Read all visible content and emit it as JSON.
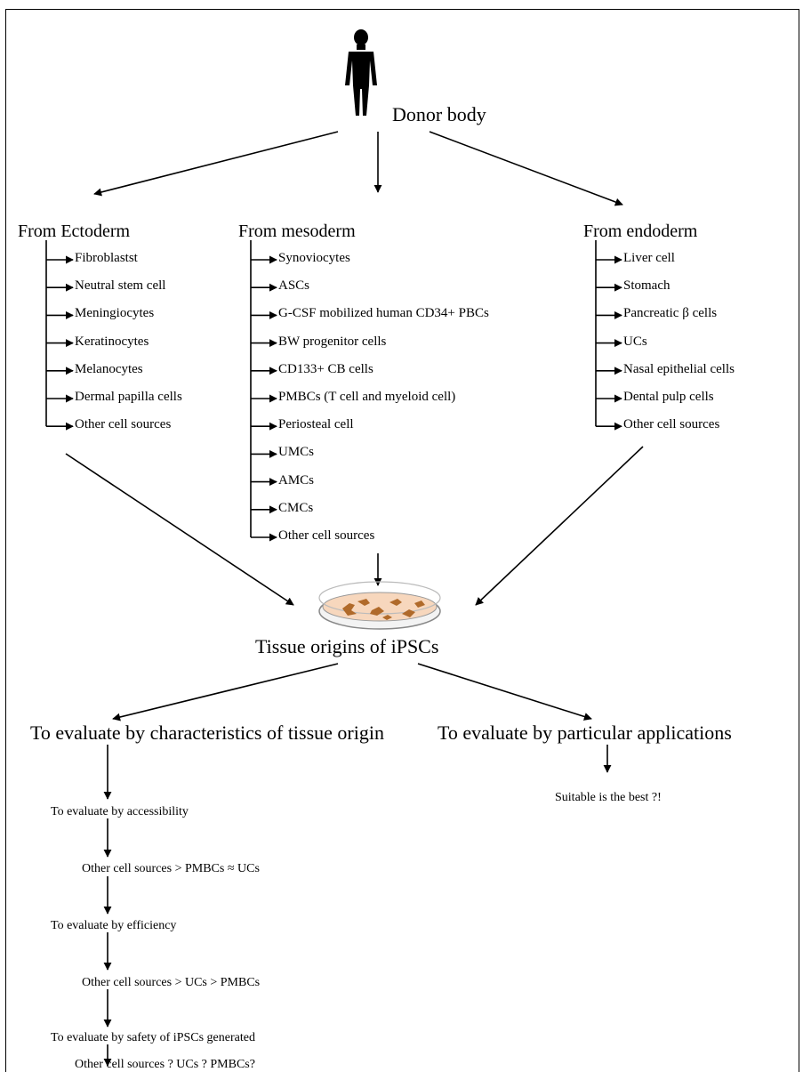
{
  "donor": {
    "label": "Donor body"
  },
  "branches": {
    "ectoderm": {
      "title": "From Ectoderm",
      "items": [
        "Fibroblastst",
        "Neutral stem cell",
        "Meningiocytes",
        "Keratinocytes",
        "Melanocytes",
        "Dermal papilla cells",
        "Other cell sources"
      ]
    },
    "mesoderm": {
      "title": "From mesoderm",
      "items": [
        "Synoviocytes",
        "ASCs",
        "G-CSF mobilized human CD34+ PBCs",
        "BW progenitor cells",
        "CD133+ CB cells",
        "PMBCs (T cell and myeloid cell)",
        "Periosteal cell",
        "UMCs",
        "AMCs",
        "CMCs",
        "Other cell sources"
      ]
    },
    "endoderm": {
      "title": "From endoderm",
      "items": [
        "Liver cell",
        "Stomach",
        "Pancreatic β cells",
        "UCs",
        "Nasal epithelial cells",
        "Dental pulp cells",
        "Other cell sources"
      ]
    }
  },
  "center": {
    "label": "Tissue origins of iPSCs"
  },
  "evaluate": {
    "left_title": "To evaluate by characteristics of tissue origin",
    "right_title": "To evaluate by particular applications",
    "right_result": "Suitable is the best ?!",
    "steps": [
      "To evaluate by accessibility",
      "Other cell sources > PMBCs  ≈  UCs",
      "To evaluate by efficiency",
      "Other cell sources > UCs > PMBCs",
      "To evaluate by safety of iPSCs generated",
      "Other cell sources ? UCs ? PMBCs?"
    ]
  }
}
